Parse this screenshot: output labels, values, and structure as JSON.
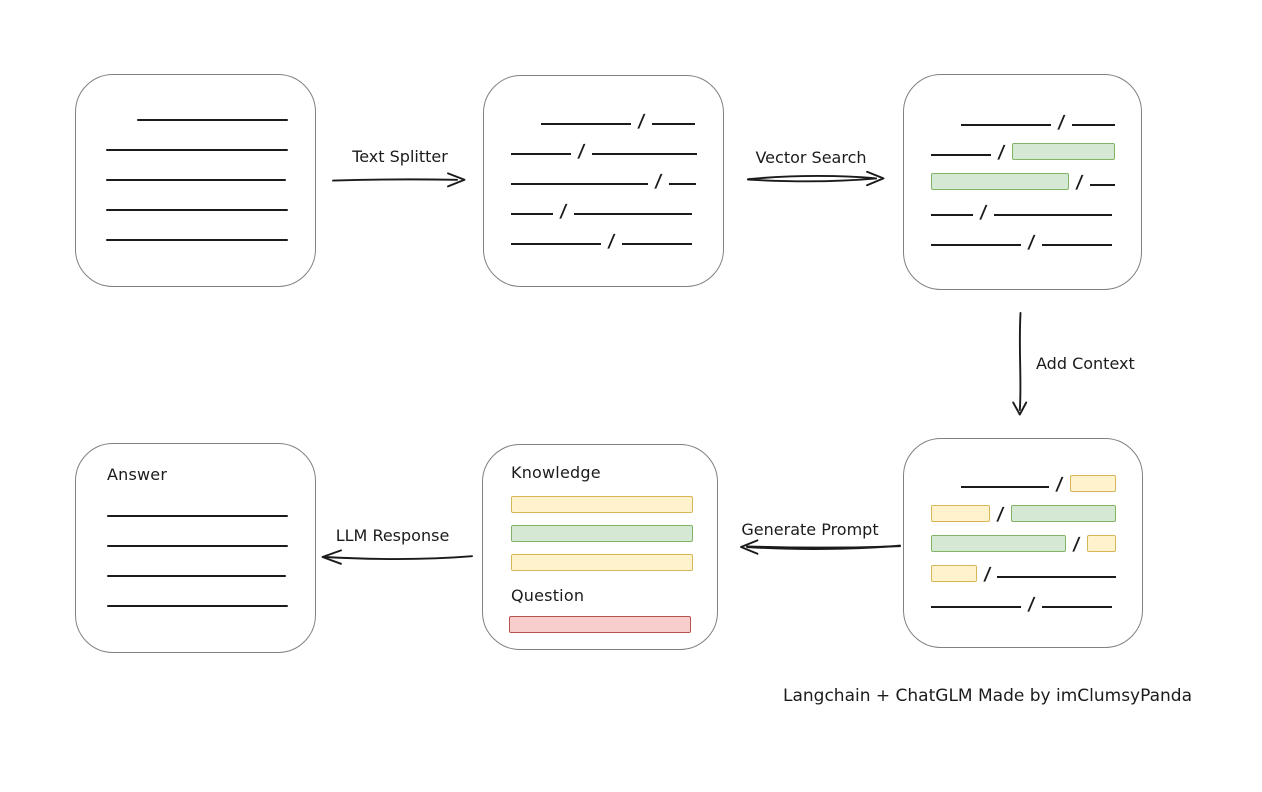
{
  "caption": "Langchain + ChatGLM Made by imClumsyPanda",
  "colors": {
    "ink": "#1b1b1b",
    "box_border": "#818181",
    "green_fill": "#d5e8d4",
    "green_stroke": "#82b366",
    "yellow_fill": "#fff2cc",
    "yellow_stroke": "#d6b656",
    "red_fill": "#f8cecc",
    "red_stroke": "#b85450"
  },
  "arrows": {
    "text_splitter": {
      "label": "Text Splitter",
      "direction": "right"
    },
    "vector_search": {
      "label": "Vector Search",
      "direction": "right"
    },
    "add_context": {
      "label": "Add Context",
      "direction": "down"
    },
    "generate_prompt": {
      "label": "Generate Prompt",
      "direction": "left"
    },
    "llm_response": {
      "label": "LLM Response",
      "direction": "left"
    }
  },
  "boxes": {
    "document": {
      "lines": [
        {
          "indent": 31,
          "w": 151
        },
        {
          "indent": 0,
          "w": 182
        },
        {
          "indent": 0,
          "w": 180
        },
        {
          "indent": 0,
          "w": 182
        },
        {
          "indent": 0,
          "w": 182
        }
      ]
    },
    "chunks": {
      "rows": [
        {
          "indent": 30,
          "segs": [
            {
              "t": "line",
              "w": 90
            },
            {
              "t": "line",
              "w": 43
            }
          ]
        },
        {
          "indent": 0,
          "segs": [
            {
              "t": "line",
              "w": 60
            },
            {
              "t": "line",
              "w": 105
            }
          ]
        },
        {
          "indent": 0,
          "segs": [
            {
              "t": "line",
              "w": 137
            },
            {
              "t": "line",
              "w": 27
            }
          ]
        },
        {
          "indent": 0,
          "segs": [
            {
              "t": "line",
              "w": 42
            },
            {
              "t": "line",
              "w": 118
            }
          ]
        },
        {
          "indent": 0,
          "segs": [
            {
              "t": "line",
              "w": 90
            },
            {
              "t": "line",
              "w": 70
            }
          ]
        }
      ]
    },
    "retrieved": {
      "rows": [
        {
          "indent": 30,
          "segs": [
            {
              "t": "line",
              "w": 90
            },
            {
              "t": "line",
              "w": 43
            }
          ]
        },
        {
          "indent": 0,
          "segs": [
            {
              "t": "line",
              "w": 62
            },
            {
              "t": "green",
              "w": 107
            }
          ]
        },
        {
          "indent": 0,
          "segs": [
            {
              "t": "green",
              "w": 138
            },
            {
              "t": "line",
              "w": 25
            }
          ]
        },
        {
          "indent": 0,
          "segs": [
            {
              "t": "line",
              "w": 42
            },
            {
              "t": "line",
              "w": 118
            }
          ]
        },
        {
          "indent": 0,
          "segs": [
            {
              "t": "line",
              "w": 90
            },
            {
              "t": "line",
              "w": 70
            }
          ]
        }
      ]
    },
    "context": {
      "rows": [
        {
          "indent": 30,
          "segs": [
            {
              "t": "line",
              "w": 90
            },
            {
              "t": "yellow",
              "w": 47
            }
          ]
        },
        {
          "indent": 0,
          "segs": [
            {
              "t": "yellow",
              "w": 60
            },
            {
              "t": "green",
              "w": 107
            }
          ]
        },
        {
          "indent": 0,
          "segs": [
            {
              "t": "green",
              "w": 138
            },
            {
              "t": "yellow",
              "w": 30
            }
          ]
        },
        {
          "indent": 0,
          "segs": [
            {
              "t": "yellow",
              "w": 46
            },
            {
              "t": "line",
              "w": 119
            }
          ]
        },
        {
          "indent": 0,
          "segs": [
            {
              "t": "line",
              "w": 90
            },
            {
              "t": "line",
              "w": 70
            }
          ]
        }
      ]
    },
    "prompt": {
      "knowledge_label": "Knowledge",
      "question_label": "Question",
      "knowledge_bars": [
        "yellow",
        "green",
        "yellow"
      ],
      "question_bar": "red"
    },
    "answer": {
      "label": "Answer",
      "lines": [
        {
          "indent": 0,
          "w": 181
        },
        {
          "indent": 0,
          "w": 181
        },
        {
          "indent": 0,
          "w": 179
        },
        {
          "indent": 0,
          "w": 181
        }
      ]
    }
  }
}
